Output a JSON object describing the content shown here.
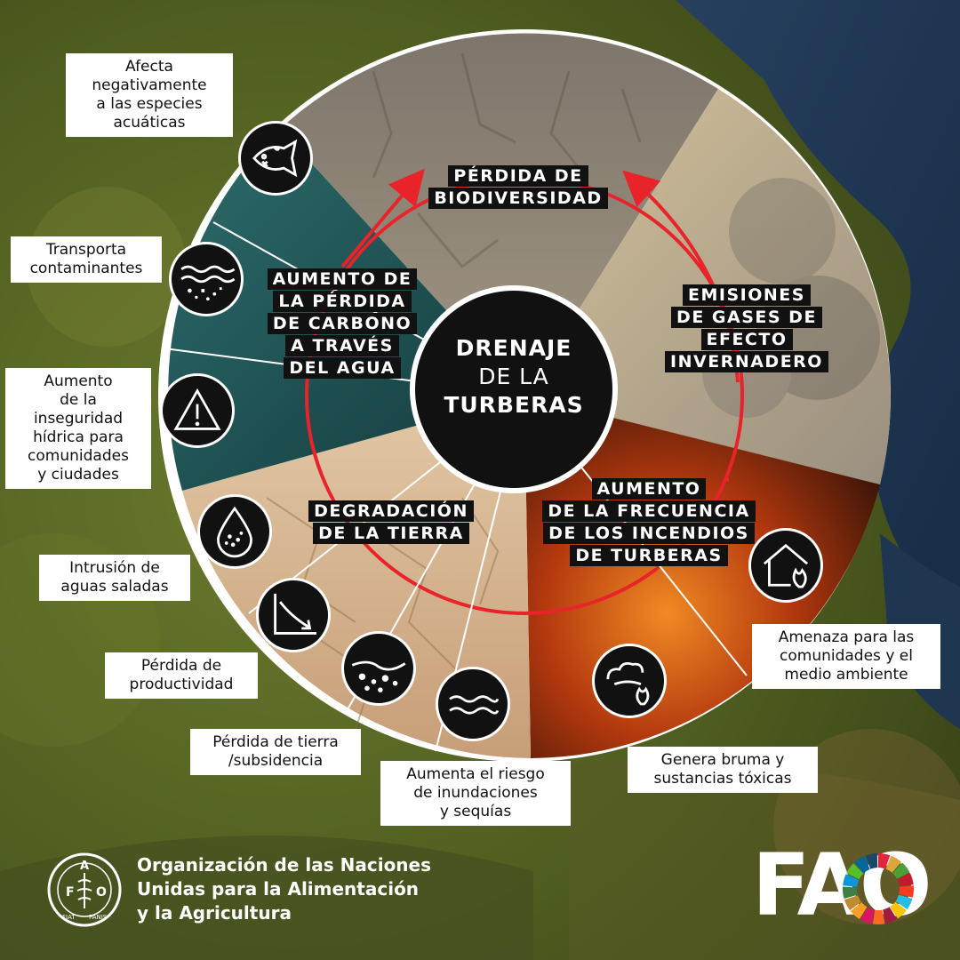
{
  "center": {
    "line1": "DRENAJE",
    "line2": "DE LA",
    "line3": "TURBERAS"
  },
  "segments": {
    "biodiversity": [
      "PÉRDIDA DE",
      "BIODIVERSIDAD"
    ],
    "emissions": [
      "EMISIONES",
      "DE GASES DE",
      "EFECTO",
      "INVERNADERO"
    ],
    "fires": [
      "AUMENTO",
      "DE LA FRECUENCIA",
      "DE LOS INCENDIOS",
      "DE TURBERAS"
    ],
    "degradation": [
      "DEGRADACIÓN",
      "DE LA TIERRA"
    ],
    "water": [
      "AUMENTO DE",
      "LA PÉRDIDA",
      "DE CARBONO",
      "A TRAVÉS",
      "DEL AGUA"
    ]
  },
  "callouts": {
    "aquatic": [
      "Afecta",
      "negativamente",
      "a las especies",
      "acuáticas"
    ],
    "pollutants": [
      "Transporta",
      "contaminantes"
    ],
    "water_security": [
      "Aumento",
      "de la",
      "inseguridad",
      "hídrica para",
      "comunidades",
      "y ciudades"
    ],
    "saltwater": [
      "Intrusión de",
      "aguas saladas"
    ],
    "productivity": [
      "Pérdida de",
      "productividad"
    ],
    "subsidence": [
      "Pérdida de tierra",
      "/subsidencia"
    ],
    "floods": [
      "Aumenta el riesgo",
      "de inundaciones",
      "y sequías"
    ],
    "haze": [
      "Genera bruma y",
      "sustancias tóxicas"
    ],
    "communities": [
      "Amenaza para las",
      "comunidades y el",
      "medio ambiente"
    ]
  },
  "icons": {
    "fish": "fish-icon",
    "water_particles": "water-pollution-icon",
    "warning": "warning-icon",
    "drop": "saltwater-drop-icon",
    "decline": "decline-chart-icon",
    "soil": "soil-subsidence-icon",
    "waves": "waves-icon",
    "smoke": "smoke-fire-icon",
    "house_fire": "house-fire-icon"
  },
  "footer": {
    "org": [
      "Organización de las Naciones",
      "Unidas para la Alimentación",
      "y la Agricultura"
    ],
    "emblem_letters": [
      "F",
      "A",
      "O"
    ],
    "emblem_motto": [
      "FIAT",
      "PANIS"
    ],
    "logo": "FAO"
  },
  "colors": {
    "arrow": "#e8232a",
    "panel": "#111111",
    "water_segment": "#1f4a4a",
    "fire_segment": "#c2410c",
    "emissions_segment": "#c9b48a",
    "degradation_segment": "#d8b896",
    "biodiversity_segment": "#8a8377"
  }
}
